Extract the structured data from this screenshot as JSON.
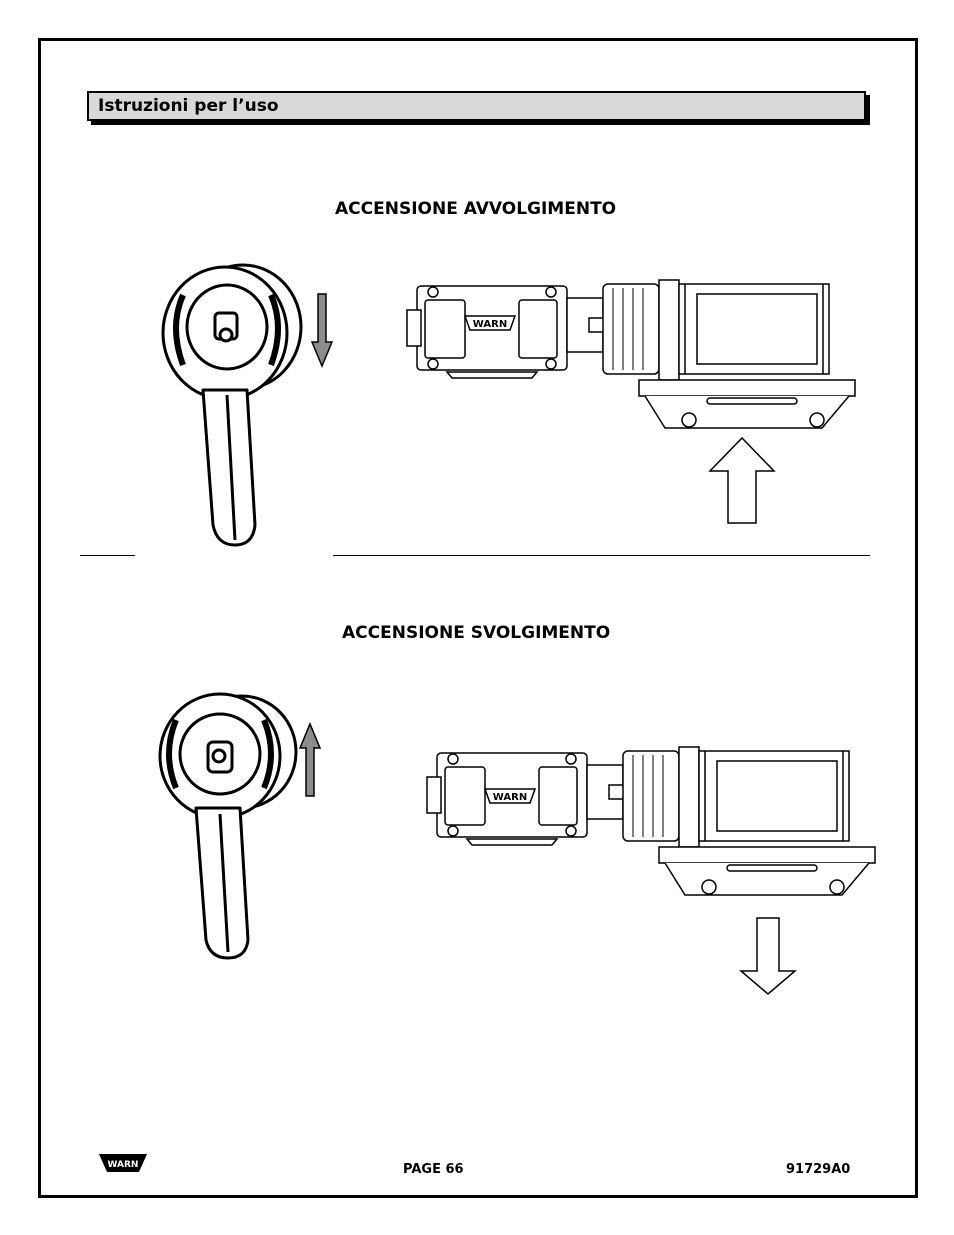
{
  "header": {
    "title": "Istruzioni per l’uso"
  },
  "sections": [
    {
      "title": "ACCENSIONE AVVOLGIMENTO",
      "direction": "down"
    },
    {
      "title": "ACCENSIONE SVOLGIMENTO",
      "direction": "up"
    }
  ],
  "winch": {
    "logo_text": "WARN"
  },
  "footer": {
    "logo_text": "WARN",
    "page_label": "PAGE 66",
    "doc_number": "91729A0"
  }
}
